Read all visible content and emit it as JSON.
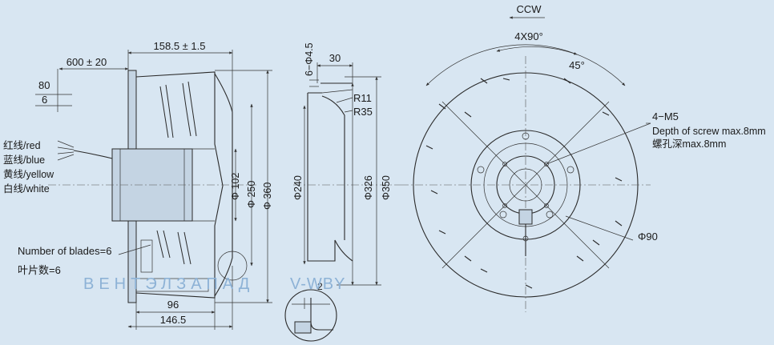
{
  "side_view": {
    "dims": {
      "overall_length": "158.5 ± 1.5",
      "cable_length": "600 ± 20",
      "cable_80": "80",
      "cable_6": "6",
      "hub_length": "96",
      "base_length": "146.5",
      "dia_102": "Φ 102",
      "dia_250": "Φ 250",
      "dia_360": "Φ 360"
    },
    "wires": [
      "红线/red",
      "蓝线/blue",
      "黄线/yellow",
      "白线/white"
    ],
    "blades_en": "Number of blades=6",
    "blades_cn": "叶片数=6"
  },
  "section_view": {
    "dims": {
      "hole": "6−Φ4.5",
      "offset_30": "30",
      "r11": "R11",
      "r35": "R35",
      "dia_240": "Φ240",
      "dia_326": "Φ326",
      "dia_350": "Φ350",
      "detail_2": "2"
    }
  },
  "front_view": {
    "rotation": "CCW",
    "pattern": "4X90°",
    "angle": "45°",
    "thread": "4−M5",
    "depth_en": "Depth of screw max.8mm",
    "depth_cn": "螺孔深max.8mm",
    "dia_90": "Φ90"
  },
  "watermark": {
    "left": "ВЕНТЭЛЗАПАД",
    "right": "V-WBY"
  }
}
